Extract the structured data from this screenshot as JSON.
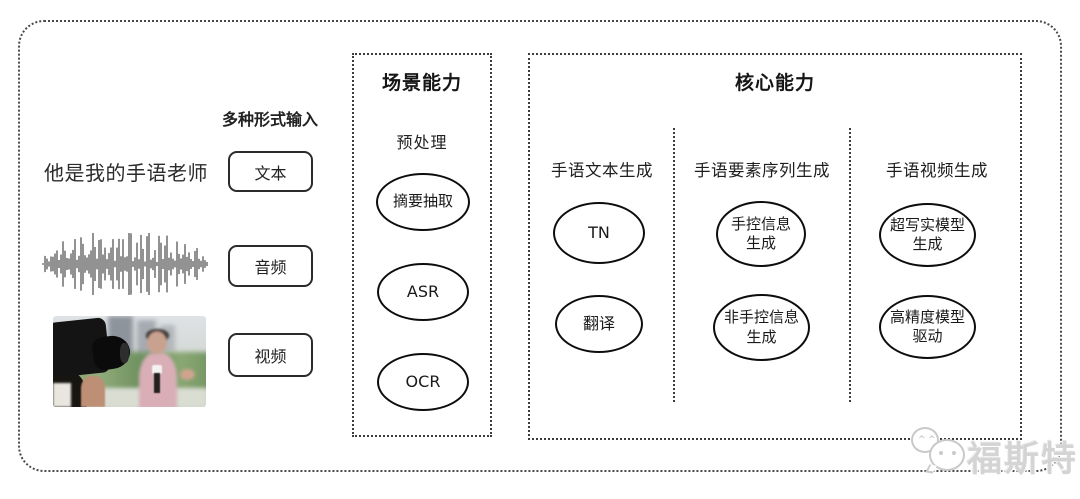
{
  "input_section": {
    "header": "多种形式输入",
    "sentence": "他是我的手语老师",
    "items": [
      {
        "label": "文本"
      },
      {
        "label": "音频"
      },
      {
        "label": "视频"
      }
    ]
  },
  "scene_box": {
    "title": "场景能力",
    "subtitle": "预处理",
    "nodes": [
      {
        "label": "摘要抽取"
      },
      {
        "label": "ASR"
      },
      {
        "label": "OCR"
      }
    ]
  },
  "core_box": {
    "title": "核心能力",
    "columns": [
      {
        "header": "手语文本生成",
        "nodes": [
          {
            "label": "TN"
          },
          {
            "label": "翻译"
          }
        ]
      },
      {
        "header": "手语要素序列生成",
        "nodes": [
          {
            "label": "手控信息\n生成"
          },
          {
            "label": "非手控信息\n生成"
          }
        ]
      },
      {
        "header": "手语视频生成",
        "nodes": [
          {
            "label": "超写实模型\n生成"
          },
          {
            "label": "高精度模型\n驱动"
          }
        ]
      }
    ]
  },
  "watermark": {
    "text": "福斯特"
  },
  "colors": {
    "line": "#0d0d0d",
    "dashed": "#3c3c3c",
    "watermark": "#d4d4d4"
  }
}
